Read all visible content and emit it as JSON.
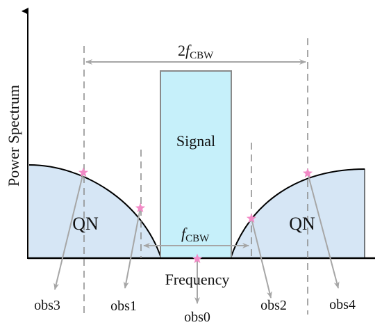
{
  "axes": {
    "y_label": "Power Spectrum",
    "x_label": "Frequency"
  },
  "regions": {
    "signal": "Signal",
    "qn_left": "QN",
    "qn_right": "QN"
  },
  "bandwidth_labels": {
    "outer_prefix": "2",
    "outer_f": "f",
    "outer_sub": "CBW",
    "inner_f": "f",
    "inner_sub": "CBW"
  },
  "observations": {
    "obs0": "obs0",
    "obs1": "obs1",
    "obs2": "obs2",
    "obs3": "obs3",
    "obs4": "obs4"
  },
  "colors": {
    "signal_fill": "#c6f0fa",
    "signal_stroke": "#8a8a8a",
    "qn_fill": "#d6e6f5",
    "arrow": "#a6a6a6",
    "dash": "#8a8a8a",
    "star": "#f28ac6",
    "axis": "#000000"
  }
}
